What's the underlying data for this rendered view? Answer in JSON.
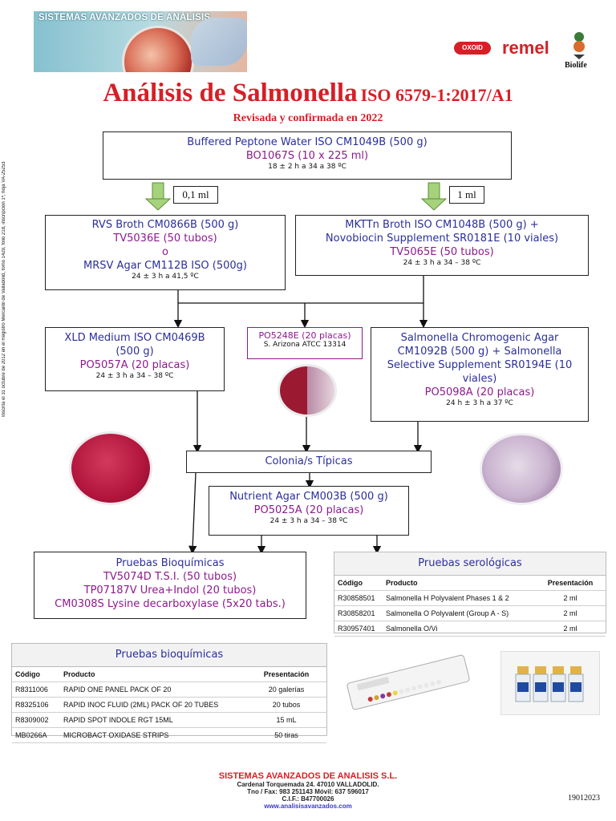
{
  "header": {
    "banner_title": "SISTEMAS AVANZADOS DE ANÁLISIS",
    "logos": {
      "oxoid": "OXOID",
      "remel": "remel",
      "biolife": "Biolife"
    }
  },
  "title": {
    "main": "Análisis de Salmonella",
    "iso": "ISO 6579-1:2017/A1",
    "subtitle": "Revisada y confirmada en 2022"
  },
  "side_note": "Inscrita el 31 octubre de 2012 en el Registro Mercantil de Valladolid, tomo 1429, folio 218, inscripción 1ª, hoja VA-25253",
  "boxes": {
    "bpw": {
      "line1": "Buffered Peptone Water ISO CM1049B (500 g)",
      "line2": "BO1067S (10 x 225 ml)",
      "cond": "18 ± 2 h a 34 a 38 ºC"
    },
    "vol_left": "0,1 ml",
    "vol_right": "1 ml",
    "rvs": {
      "line1": "RVS Broth CM0866B (500 g)",
      "line2": "TV5036E (50 tubos)",
      "line3": "o",
      "line4": "MRSV Agar CM112B ISO (500g)",
      "cond": "24 ± 3 h a 41,5 ºC"
    },
    "mkttn": {
      "line1": "MKTTn Broth ISO CM1048B (500 g) +",
      "line2": "Novobiocin Supplement SR0181E (10 viales)",
      "line3": "TV5065E (50 tubos)",
      "cond": "24 ± 3 h a 34 – 38 ºC"
    },
    "xld": {
      "line1": "XLD Medium ISO CM0469B",
      "line2": "(500 g)",
      "line3": "PO5057A (20 placas)",
      "cond": "24 ± 3 h a 34 – 38 ºC"
    },
    "po5248": {
      "line1": "PO5248E (20 placas)",
      "line2": "S. Arizona ATCC 13314"
    },
    "chromo": {
      "line1": "Salmonella Chromogenic Agar",
      "line2": "CM1092B  (500 g) + Salmonella",
      "line3": "Selective Supplement SR0194E (10",
      "line4": "viales)",
      "line5": "PO5098A (20 placas)",
      "cond": "24 h ± 3 h a 37 ºC"
    },
    "colonias": "Colonia/s Típicas",
    "nutrient": {
      "line1": "Nutrient Agar CM003B (500 g)",
      "line2": "PO5025A (20 placas)",
      "cond": "24 ± 3 h a 34 – 38 ºC"
    },
    "bioq": {
      "line1": "Pruebas Bioquímicas",
      "line2": "TV5074D T.S.I. (50 tubos)",
      "line3": "TP07187V Urea+Indol (20 tubos)",
      "line4": "CM0308S Lysine decarboxylase (5x20 tabs.)"
    }
  },
  "serologicas": {
    "title": "Pruebas serológicas",
    "headers": [
      "Código",
      "Producto",
      "Presentación"
    ],
    "rows": [
      [
        "R30858501",
        "Salmonella H Polyvalent Phases 1 & 2",
        "2 ml"
      ],
      [
        "R30858201",
        "Salmonella O Polyvalent (Group A - S)",
        "2 ml"
      ],
      [
        "R30957401",
        "Salmonella O/Vi",
        "2 ml"
      ]
    ]
  },
  "bioquimicas_table": {
    "title": "Pruebas bioquímicas",
    "headers": [
      "Código",
      "Producto",
      "Presentación"
    ],
    "rows": [
      [
        "R8311006",
        "RAPID ONE PANEL PACK OF 20",
        "20 galerías"
      ],
      [
        "R8325106",
        "RAPID INOC FLUID (2ML) PACK OF 20 TUBES",
        "20 tubos"
      ],
      [
        "R8309002",
        "RAPID SPOT INDOLE RGT 15ML",
        "15 mL"
      ],
      [
        "MB0266A",
        "MICROBACT OXIDASE STRIPS",
        "50 tiras"
      ]
    ]
  },
  "footer": {
    "company": "SISTEMAS AVANZADOS DE ANALISIS S.L.",
    "address": "Cardenal Torquemada 24. 47010 VALLADOLID.",
    "phone": "Tno / Fax: 983 251143 Móvil: 637 596017",
    "cif": "C.I.F.: B47700026",
    "web": "www.analisisavanzados.com",
    "code": "19012023"
  },
  "colors": {
    "title_red": "#d61f26",
    "box_blue": "#2b2f9a",
    "box_purple": "#8e1a8e",
    "arrow_green": "#7ab648"
  }
}
